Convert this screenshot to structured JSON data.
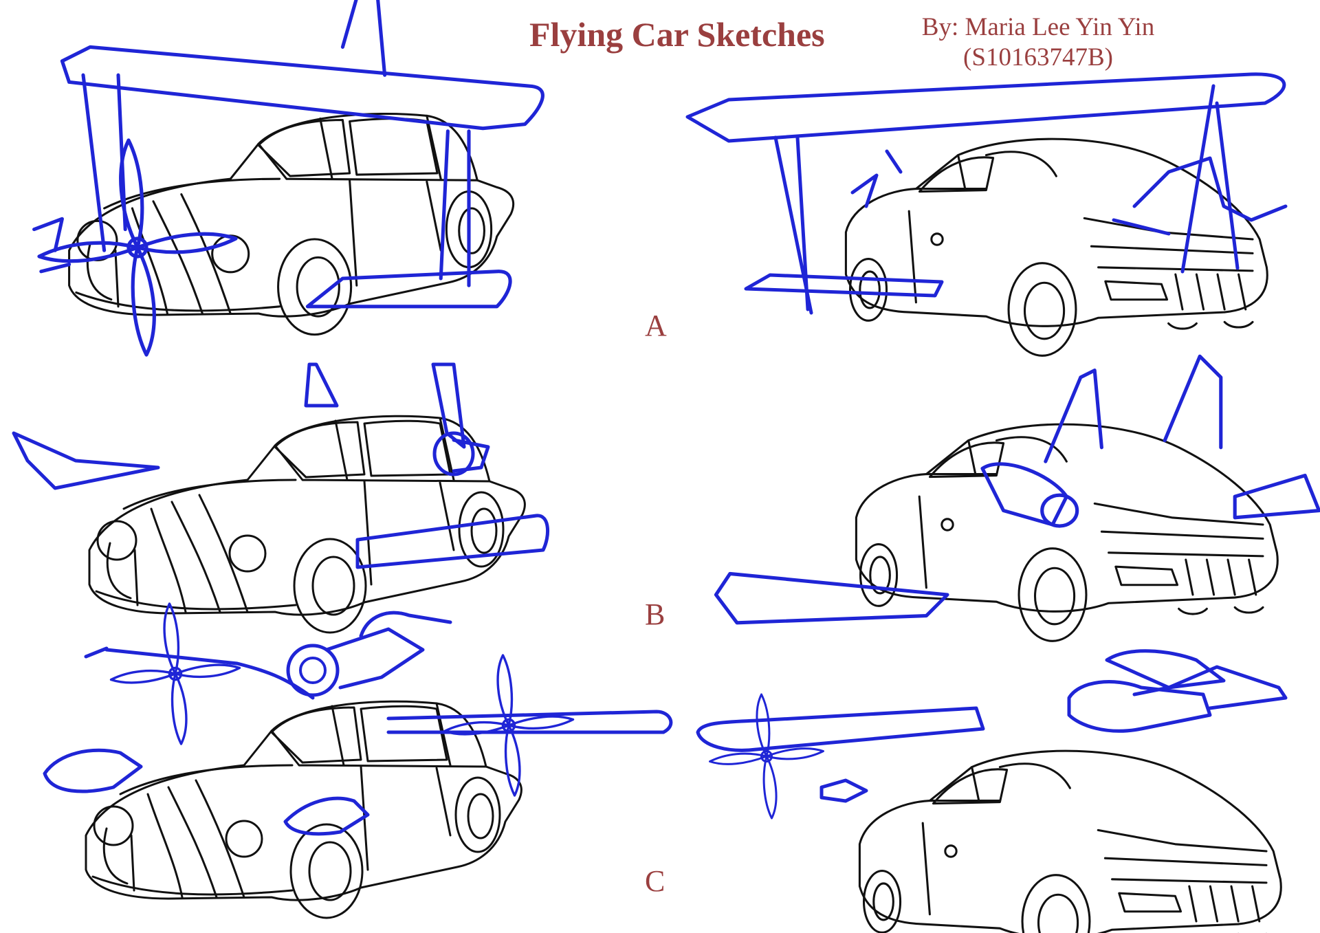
{
  "header": {
    "title": "Flying Car Sketches",
    "author_line": "By: Maria Lee Yin Yin",
    "student_id": "(S10163747B)"
  },
  "rows": [
    {
      "label": "A",
      "concept": "biplane"
    },
    {
      "label": "B",
      "concept": "jet-wing"
    },
    {
      "label": "C",
      "concept": "propeller"
    }
  ],
  "colors": {
    "background": "#ffffff",
    "car_ink": "#111111",
    "aircraft_ink": "#1f25d6",
    "text_accent": "#9a3f3f"
  }
}
